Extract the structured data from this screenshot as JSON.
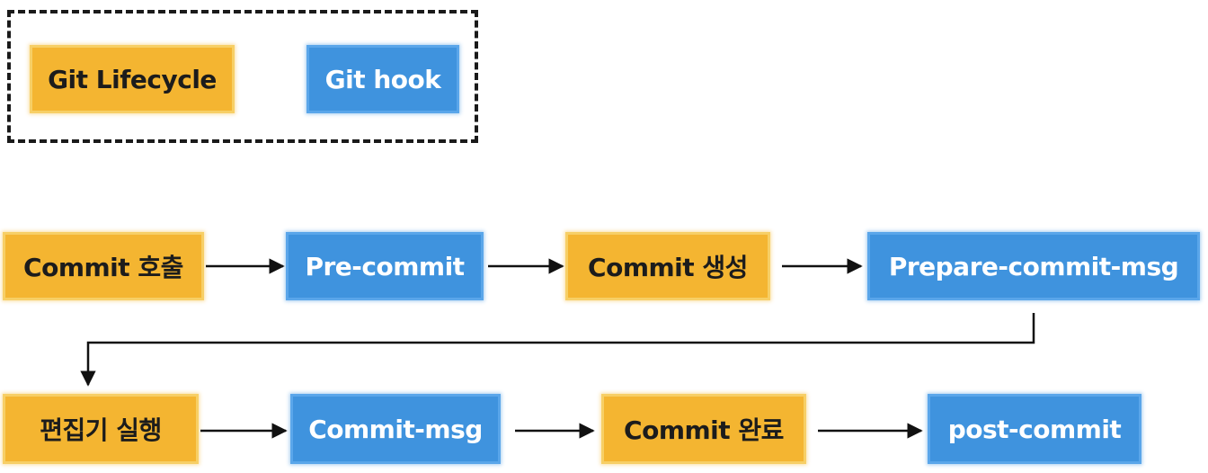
{
  "legend": {
    "lifecycle_label": "Git Lifecycle",
    "hook_label": "Git hook"
  },
  "nodes": {
    "commit_call": "Commit 호출",
    "pre_commit": "Pre-commit",
    "commit_create": "Commit 생성",
    "prepare_commit_msg": "Prepare-commit-msg",
    "editor_run": "편집기 실행",
    "commit_msg": "Commit-msg",
    "commit_done": "Commit 완료",
    "post_commit": "post-commit"
  },
  "colors": {
    "lifecycle": "#f4b531",
    "hook": "#3f93de",
    "arrow": "#111111"
  }
}
